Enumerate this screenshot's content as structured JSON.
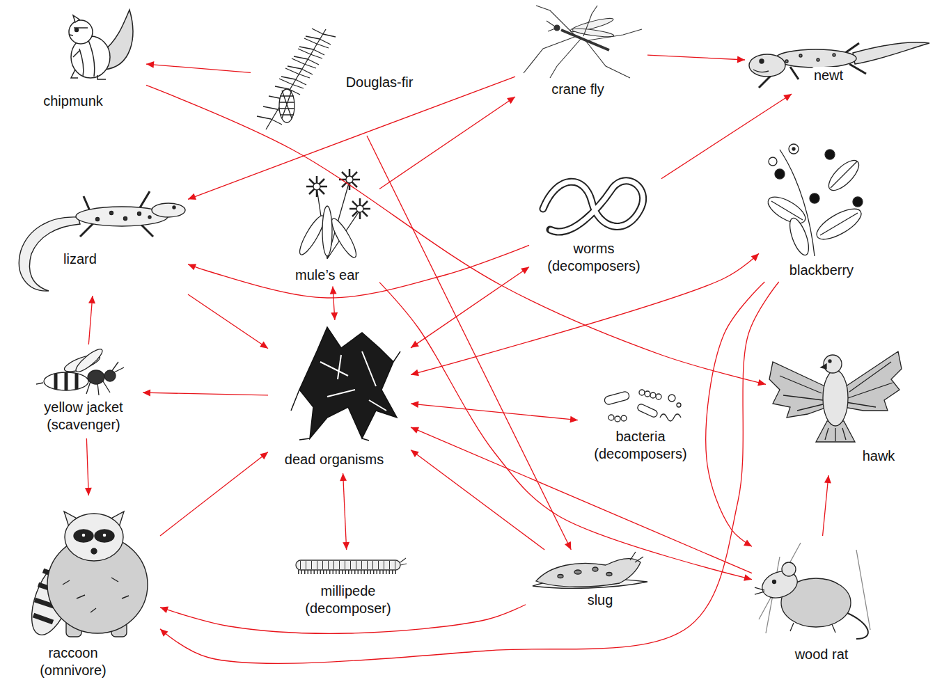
{
  "diagram": {
    "nodes": [
      {
        "text": [
          "chipmunk"
        ]
      },
      {
        "text": [
          "Douglas-fir"
        ]
      },
      {
        "text": [
          "crane fly"
        ]
      },
      {
        "text": [
          "newt"
        ]
      },
      {
        "text": [
          "lizard"
        ]
      },
      {
        "text": [
          "mule’s ear"
        ]
      },
      {
        "text": [
          "worms (decomposers)"
        ]
      },
      {
        "text": [
          "blackberry"
        ]
      },
      {
        "text": [
          "yellow jacket (scavenger)"
        ]
      },
      {
        "text": [
          "dead organisms"
        ]
      },
      {
        "text": [
          "bacteria (decomposers)"
        ]
      },
      {
        "text": [
          "hawk"
        ]
      },
      {
        "text": [
          "raccoon (omnivore)"
        ]
      },
      {
        "text": [
          "millipede (decomposer)"
        ]
      },
      {
        "text": [
          "slug"
        ]
      },
      {
        "text": [
          "wood rat"
        ]
      }
    ],
    "edges": [
      {
        "from": 1,
        "to": 0,
        "arrow": "to"
      },
      {
        "from": 2,
        "to": 3,
        "arrow": "to"
      },
      {
        "from": 1,
        "to": 14,
        "arrow": "to"
      },
      {
        "from": 2,
        "to": 4,
        "arrow": "to"
      },
      {
        "from": 5,
        "to": 2,
        "arrow": "to"
      },
      {
        "from": 0,
        "to": 11,
        "arrow": "to"
      },
      {
        "from": 6,
        "to": 3,
        "arrow": "to"
      },
      {
        "from": 6,
        "to": 4,
        "arrow": "to"
      },
      {
        "from": 5,
        "to": 15,
        "arrow": "to"
      },
      {
        "from": 5,
        "to": 9,
        "arrow": "both"
      },
      {
        "from": 6,
        "to": 9,
        "arrow": "both"
      },
      {
        "from": 7,
        "to": 9,
        "arrow": "both"
      },
      {
        "from": 9,
        "to": 10,
        "arrow": "both"
      },
      {
        "from": 9,
        "to": 13,
        "arrow": "both"
      },
      {
        "from": 4,
        "to": 9,
        "arrow": "to"
      },
      {
        "from": 9,
        "to": 8,
        "arrow": "to"
      },
      {
        "from": 8,
        "to": 4,
        "arrow": "to"
      },
      {
        "from": 8,
        "to": 12,
        "arrow": "to"
      },
      {
        "from": 12,
        "to": 9,
        "arrow": "to"
      },
      {
        "from": 14,
        "to": 9,
        "arrow": "to"
      },
      {
        "from": 15,
        "to": 9,
        "arrow": "to"
      },
      {
        "from": 14,
        "to": 12,
        "arrow": "to"
      },
      {
        "from": 7,
        "to": 12,
        "arrow": "to"
      },
      {
        "from": 7,
        "to": 15,
        "arrow": "to"
      },
      {
        "from": 15,
        "to": 11,
        "arrow": "to"
      }
    ]
  }
}
